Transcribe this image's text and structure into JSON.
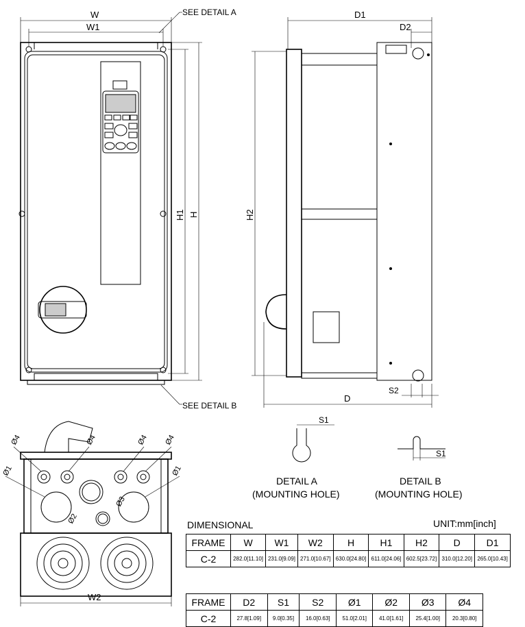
{
  "labels": {
    "w": "W",
    "w1": "W1",
    "w2": "W2",
    "h": "H",
    "h1": "H1",
    "h2": "H2",
    "d": "D",
    "d1": "D1",
    "d2": "D2",
    "s1": "S1",
    "s2": "S2",
    "see_a": "SEE DETAIL A",
    "see_b": "SEE DETAIL B",
    "phi1": "Ø1",
    "phi2": "Ø2",
    "phi3": "Ø3",
    "phi4": "Ø4",
    "detail_a": "DETAIL A",
    "detail_b": "DETAIL B",
    "mounting_hole": "(MOUNTING HOLE)"
  },
  "table_title": "DIMENSIONAL",
  "unit": "UNIT:mm[inch]",
  "table1": {
    "headers": [
      "FRAME",
      "W",
      "W1",
      "W2",
      "H",
      "H1",
      "H2",
      "D",
      "D1"
    ],
    "row": [
      "C-2",
      "282.0[11.10]",
      "231.0[9.09]",
      "271.0[10.67]",
      "630.0[24.80]",
      "611.0[24.06]",
      "602.5[23.72]",
      "310.0[12.20]",
      "265.0[10.43]"
    ]
  },
  "table2": {
    "headers": [
      "FRAME",
      "D2",
      "S1",
      "S2",
      "Ø1",
      "Ø2",
      "Ø3",
      "Ø4"
    ],
    "row": [
      "C-2",
      "27.8[1.09]",
      "9.0[0.35]",
      "16.0[0.63]",
      "51.0[2.01]",
      "41.0[1.61]",
      "25.4[1.00]",
      "20.3[0.80]"
    ]
  }
}
